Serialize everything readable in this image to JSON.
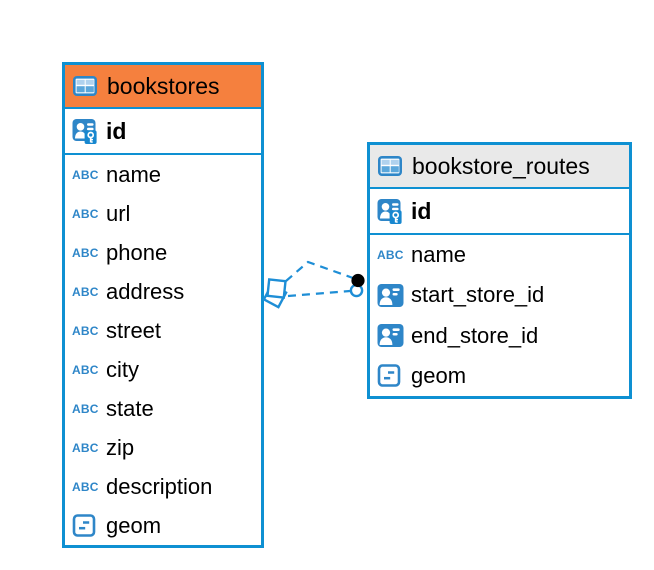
{
  "canvas": {
    "background": "#ffffff"
  },
  "colors": {
    "table_border": "#0e90d2",
    "relationship_line": "#1e8ed6",
    "icon_blue": "#2e86c8",
    "icon_blue_light": "#b0d2ee",
    "icon_blue_mid": "#5ba7db",
    "key_panel_blue": "#1787cf",
    "header_orange": "#f5803e",
    "header_gray": "#e9e9e9",
    "text": "#000000"
  },
  "string_type_label": "ABC",
  "tables": [
    {
      "name": "bookstores",
      "header_color": "#f5803e",
      "header_icon": "table-icon",
      "primary_key": {
        "name": "id",
        "icon": "primary-key-icon"
      },
      "columns": [
        {
          "name": "name",
          "icon": "string-type-icon"
        },
        {
          "name": "url",
          "icon": "string-type-icon"
        },
        {
          "name": "phone",
          "icon": "string-type-icon"
        },
        {
          "name": "address",
          "icon": "string-type-icon"
        },
        {
          "name": "street",
          "icon": "string-type-icon"
        },
        {
          "name": "city",
          "icon": "string-type-icon"
        },
        {
          "name": "state",
          "icon": "string-type-icon"
        },
        {
          "name": "zip",
          "icon": "string-type-icon"
        },
        {
          "name": "description",
          "icon": "string-type-icon"
        },
        {
          "name": "geom",
          "icon": "geometry-type-icon"
        }
      ]
    },
    {
      "name": "bookstore_routes",
      "header_color": "#e9e9e9",
      "header_icon": "table-icon",
      "primary_key": {
        "name": "id",
        "icon": "primary-key-icon"
      },
      "columns": [
        {
          "name": "name",
          "icon": "string-type-icon"
        },
        {
          "name": "start_store_id",
          "icon": "reference-type-icon"
        },
        {
          "name": "end_store_id",
          "icon": "reference-type-icon"
        },
        {
          "name": "geom",
          "icon": "geometry-type-icon"
        }
      ]
    }
  ],
  "relationships": [
    {
      "from": "bookstores",
      "to": "bookstore_routes",
      "line_style": "dashed",
      "source_marker": "diamond",
      "target_marker": "dot"
    },
    {
      "from": "bookstores",
      "to": "bookstore_routes",
      "line_style": "dashed",
      "source_marker": "diamond",
      "target_marker": "dot"
    }
  ]
}
